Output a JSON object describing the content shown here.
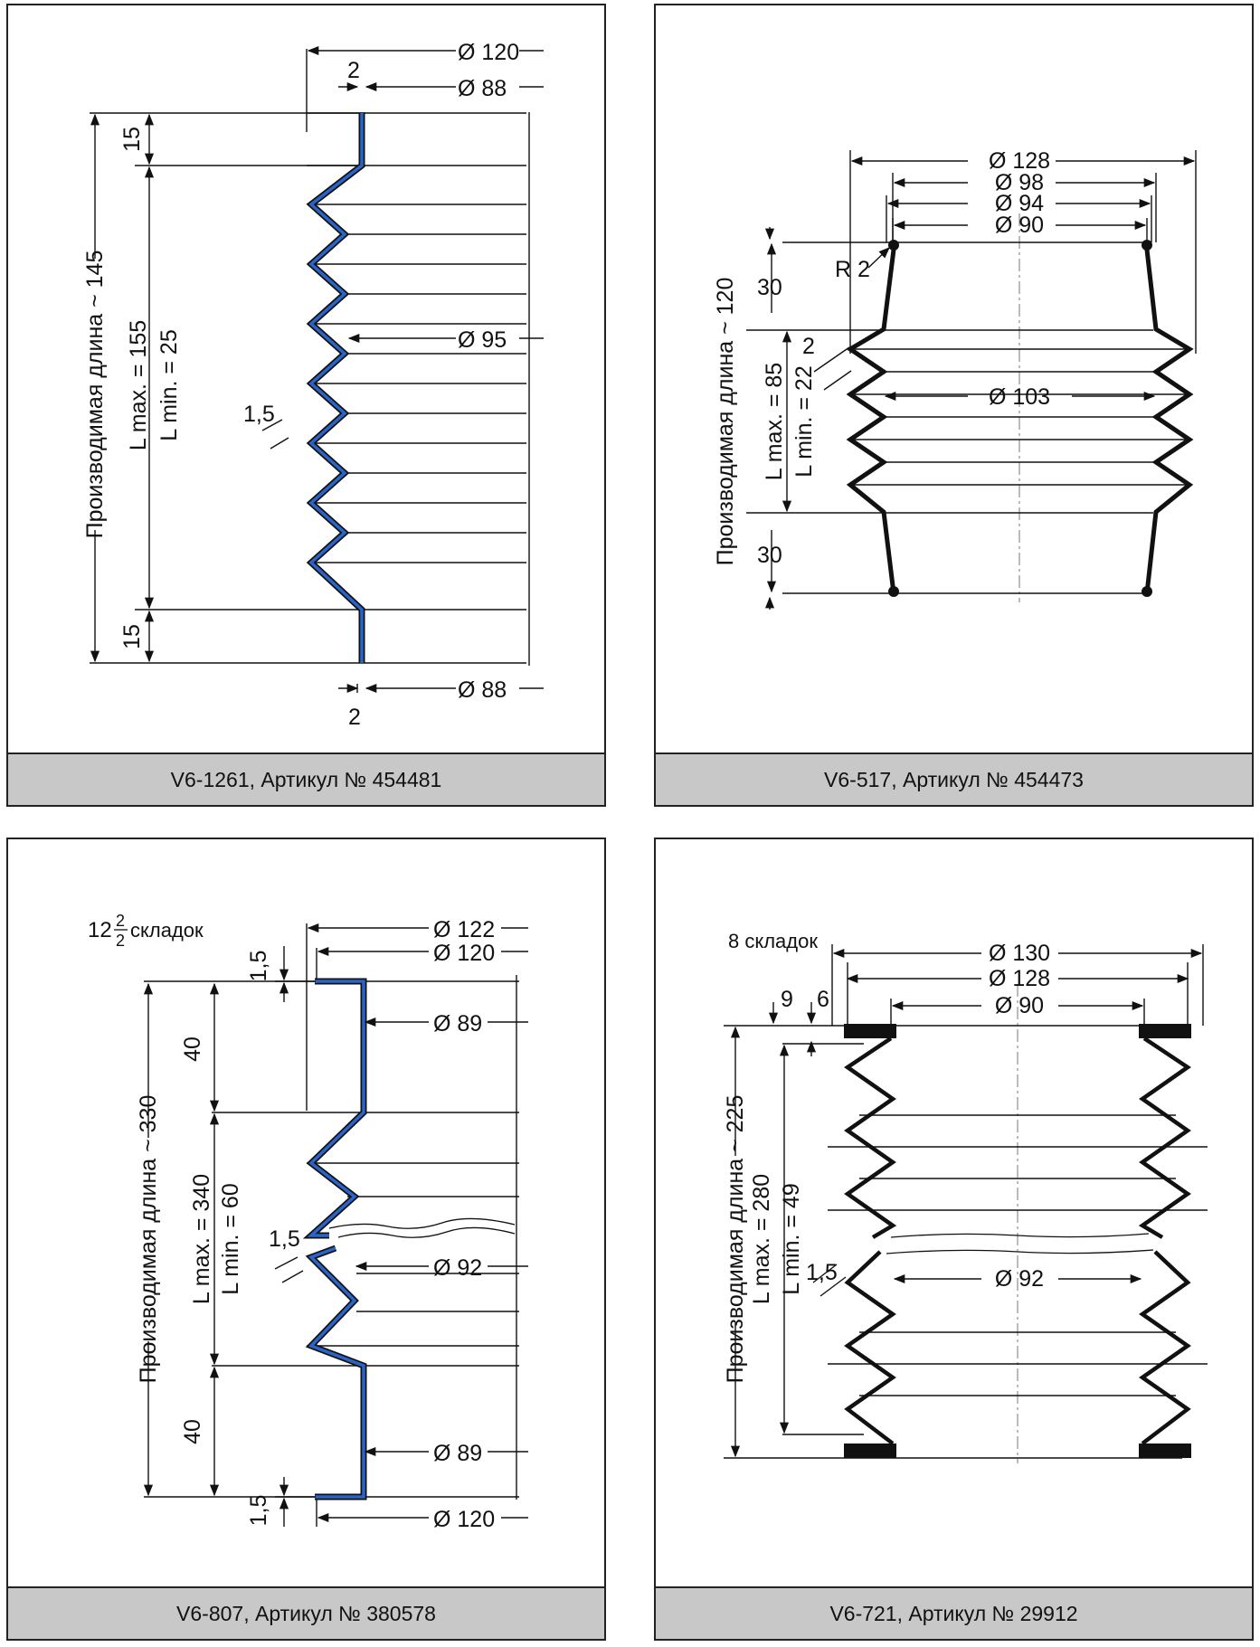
{
  "panels": [
    {
      "caption": "V6-1261, Артикул № 454481",
      "dims": {
        "d120": "Ø 120",
        "d88_top": "Ø 88",
        "d95": "Ø 95",
        "d88_bottom": "Ø 88",
        "wall_top": "2",
        "wall_bottom": "2",
        "top15": "15",
        "bottom15": "15",
        "thickness": "1,5",
        "lmax": "L max. = 155",
        "lmin": "L min. = 25",
        "prod_length": "Производимая длина ~ 145"
      }
    },
    {
      "caption": "V6-517, Артикул № 454473",
      "dims": {
        "d128": "Ø 128",
        "d98": "Ø 98",
        "d94": "Ø 94",
        "d90": "Ø 90",
        "d103": "Ø 103",
        "radius": "R 2",
        "top30": "30",
        "bottom30": "30",
        "wall": "2",
        "lmax": "L max. = 85",
        "lmin": "L min. = 22",
        "prod_length": "Производимая длина ~ 120"
      }
    },
    {
      "caption": "V6-807, Артикул № 380578",
      "dims": {
        "folds_whole": "12",
        "folds_num": "2",
        "folds_den": "2",
        "folds_word": "складок",
        "d122": "Ø 122",
        "d120_top": "Ø 120",
        "d89_top": "Ø 89",
        "d92": "Ø 92",
        "d89_bottom": "Ø 89",
        "d120_bottom": "Ø 120",
        "t_top": "1,5",
        "t_bottom": "1,5",
        "t_mid": "1,5",
        "top40": "40",
        "bottom40": "40",
        "lmax": "L max. = 340",
        "lmin": "L min. = 60",
        "prod_length": "Производимая длина ~ 330"
      }
    },
    {
      "caption": "V6-721, Артикул № 29912",
      "dims": {
        "folds": "8 складок",
        "d130": "Ø 130",
        "d128": "Ø 128",
        "d90": "Ø 90",
        "d92": "Ø 92",
        "h9": "9",
        "h6": "6",
        "thickness": "1,5",
        "lmax": "L max. = 280",
        "lmin": "L min. = 49",
        "prod_length": "Производимая длина ~ 225"
      }
    }
  ],
  "colors": {
    "accent": "#2a64c8",
    "outline": "#111111",
    "caption_bg": "#c8c8c8"
  }
}
